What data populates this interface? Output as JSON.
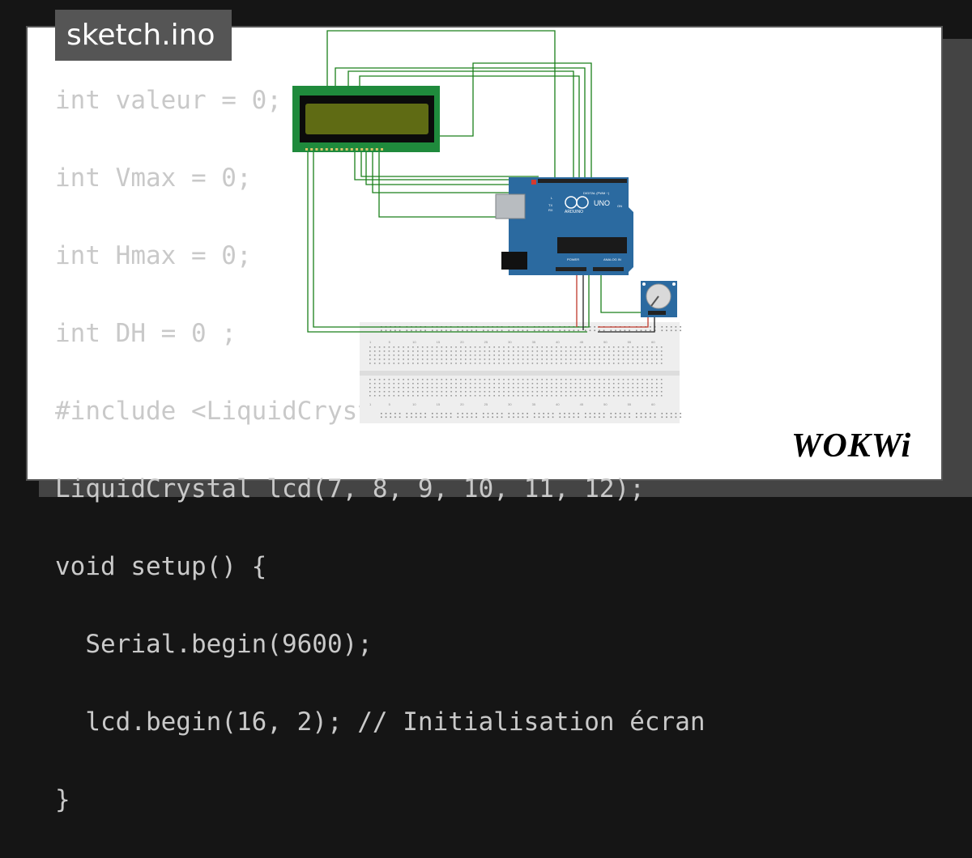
{
  "filename": "sketch.ino",
  "code_lines": [
    "int valeur = 0;",
    "int Vmax = 0;",
    "int Hmax = 0;",
    "int DH = 0 ;",
    "#include <LiquidCrystal.h>",
    "LiquidCrystal lcd(7, 8, 9, 10, 11, 12);",
    "void setup() {",
    "  Serial.begin(9600);",
    "  lcd.begin(16, 2); // Initialisation écran",
    "}"
  ],
  "arduino": {
    "brand": "ARDUINO",
    "model": "UNO",
    "digital_label": "DIGITAL (PWM ~)",
    "analog_label": "ANALOG IN",
    "power_label": "POWER",
    "on_label": "ON",
    "tx_label": "TX",
    "rx_label": "RX",
    "l_label": "L"
  },
  "breadboard": {
    "column_numbers": [
      "1",
      "5",
      "10",
      "15",
      "20",
      "25",
      "30",
      "35",
      "40",
      "45",
      "50",
      "55",
      "60"
    ]
  },
  "brand_logo": "WOKWi",
  "colors": {
    "background": "#151515",
    "card": "#ffffff",
    "code_text": "#c9c9c9",
    "wire": "#1a7f1a",
    "lcd_board": "#1f8a3c",
    "lcd_screen": "#5f6b14",
    "arduino_blue": "#2b6aa0"
  }
}
